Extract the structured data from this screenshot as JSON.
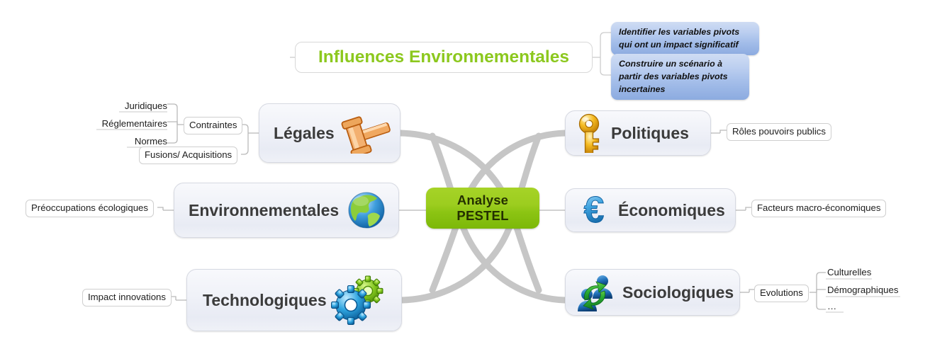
{
  "diagram": {
    "title": "Influences Environnementales",
    "center": {
      "line1": "Analyse",
      "line2": "PESTEL"
    },
    "accent_green": "#8cc81e",
    "center_green": "#9ccd1f",
    "callout_blue": "#a3bde9",
    "node_grey": "#eef0f7"
  },
  "callouts": [
    {
      "text": "Identifier les variables pivots qui ont un impact significatif"
    },
    {
      "text": "Construire un scénario à partir des variables pivots incertaines"
    }
  ],
  "branches": {
    "legales": {
      "label": "Légales",
      "icon": "gavel-icon",
      "children": [
        {
          "label": "Contraintes"
        },
        {
          "label": "Fusions/ Acquisitions"
        }
      ],
      "grandchildren": [
        {
          "label": "Juridiques"
        },
        {
          "label": "Réglementaires"
        },
        {
          "label": "Normes"
        }
      ]
    },
    "environnementales": {
      "label": "Environnementales",
      "icon": "globe-icon",
      "children": [
        {
          "label": "Préoccupations écologiques"
        }
      ]
    },
    "technologiques": {
      "label": "Technologiques",
      "icon": "gears-icon",
      "children": [
        {
          "label": "Impact innovations"
        }
      ]
    },
    "politiques": {
      "label": "Politiques",
      "icon": "key-icon",
      "children": [
        {
          "label": "Rôles pouvoirs publics"
        }
      ]
    },
    "economiques": {
      "label": "Économiques",
      "icon": "euro-icon",
      "children": [
        {
          "label": "Facteurs macro-économiques"
        }
      ]
    },
    "sociologiques": {
      "label": "Sociologiques",
      "icon": "people-cycle-icon",
      "children": [
        {
          "label": "Evolutions"
        }
      ],
      "grandchildren": [
        {
          "label": "Culturelles"
        },
        {
          "label": "Démographiques"
        },
        {
          "label": "…"
        }
      ]
    }
  }
}
